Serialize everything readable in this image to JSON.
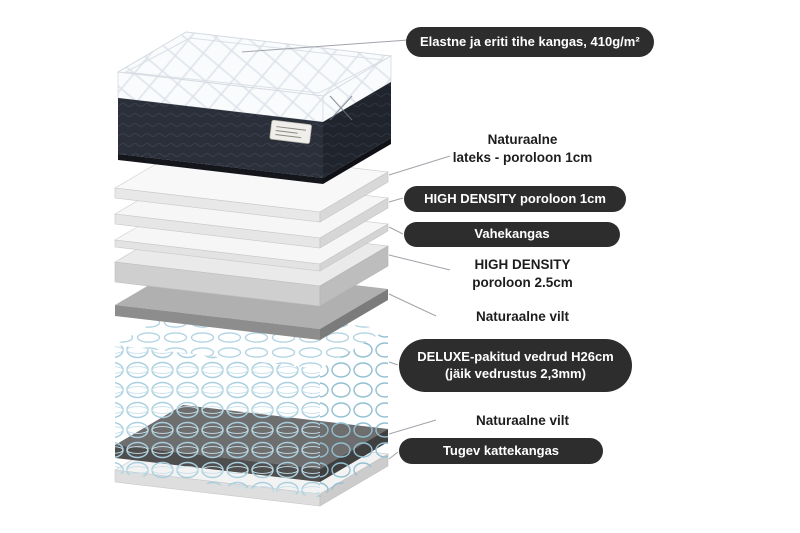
{
  "figure": {
    "kind": "mattress-layers-exploded-diagram"
  },
  "colors": {
    "background": "#ffffff",
    "badge_bg": "#2d2d2d",
    "badge_text": "#ffffff",
    "label_text": "#1d1d1f",
    "leader_line": "#a0a4aa",
    "spring_coil": "#a9cfdf",
    "mattress_dark_band": "#2a2f3a",
    "felt_dark": "#4e4e4e"
  },
  "labels": [
    {
      "id": "fabric",
      "style": "badge",
      "text": "Elastne ja eriti tihe kangas, 410g/m²"
    },
    {
      "id": "latex",
      "style": "text",
      "text": "Naturaalne\nlateks - poroloon 1cm"
    },
    {
      "id": "hd-foam-1cm",
      "style": "badge",
      "text": "HIGH DENSITY poroloon 1cm"
    },
    {
      "id": "interlayer-fabric",
      "style": "badge",
      "text": "Vahekangas"
    },
    {
      "id": "hd-foam-2-5cm",
      "style": "text",
      "text": "HIGH DENSITY\nporoloon 2.5cm"
    },
    {
      "id": "felt-upper",
      "style": "text",
      "text": "Naturaalne vilt"
    },
    {
      "id": "pocket-springs",
      "style": "badge",
      "text": "DELUXE-pakitud vedrud H26cm\n(jäik vedrustus 2,3mm)"
    },
    {
      "id": "felt-lower",
      "style": "text",
      "text": "Naturaalne vilt"
    },
    {
      "id": "cover",
      "style": "badge",
      "text": "Tugev kattekangas"
    }
  ]
}
